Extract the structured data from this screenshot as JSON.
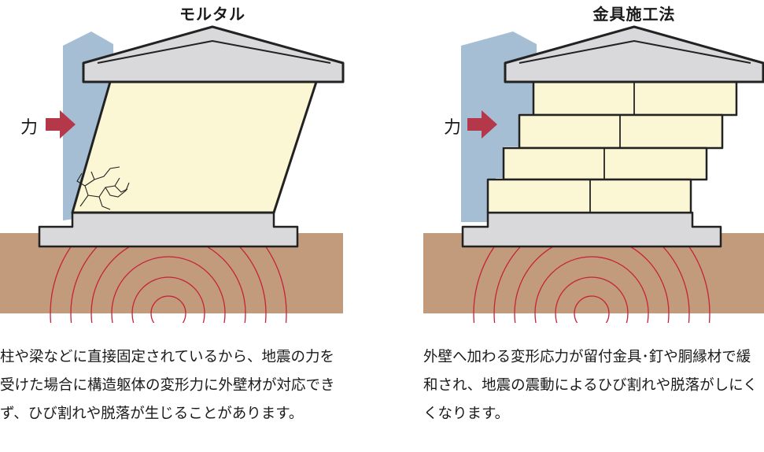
{
  "left_panel": {
    "title": "モルタル",
    "force_label": "力",
    "description": "柱や梁などに直接固定されているから、地震の力を受けた場合に構造躯体の変形力に外壁材が対応できず、ひび割れや脱落が生じることがあります。"
  },
  "right_panel": {
    "title": "金具施工法",
    "force_label": "力",
    "description": "外壁へ加わる変形応力が留付金具･釘や胴縁材で緩和され、地震の震動によるひび割れや脱落がしにくくなります。"
  },
  "colors": {
    "shadow_blue": "#a6bed4",
    "roof_gray": "#d9d9db",
    "wall_cream": "#fbf7d4",
    "ground_brown": "#c29a7c",
    "arrow_red": "#b5384a",
    "quake_red": "#c6223a"
  }
}
